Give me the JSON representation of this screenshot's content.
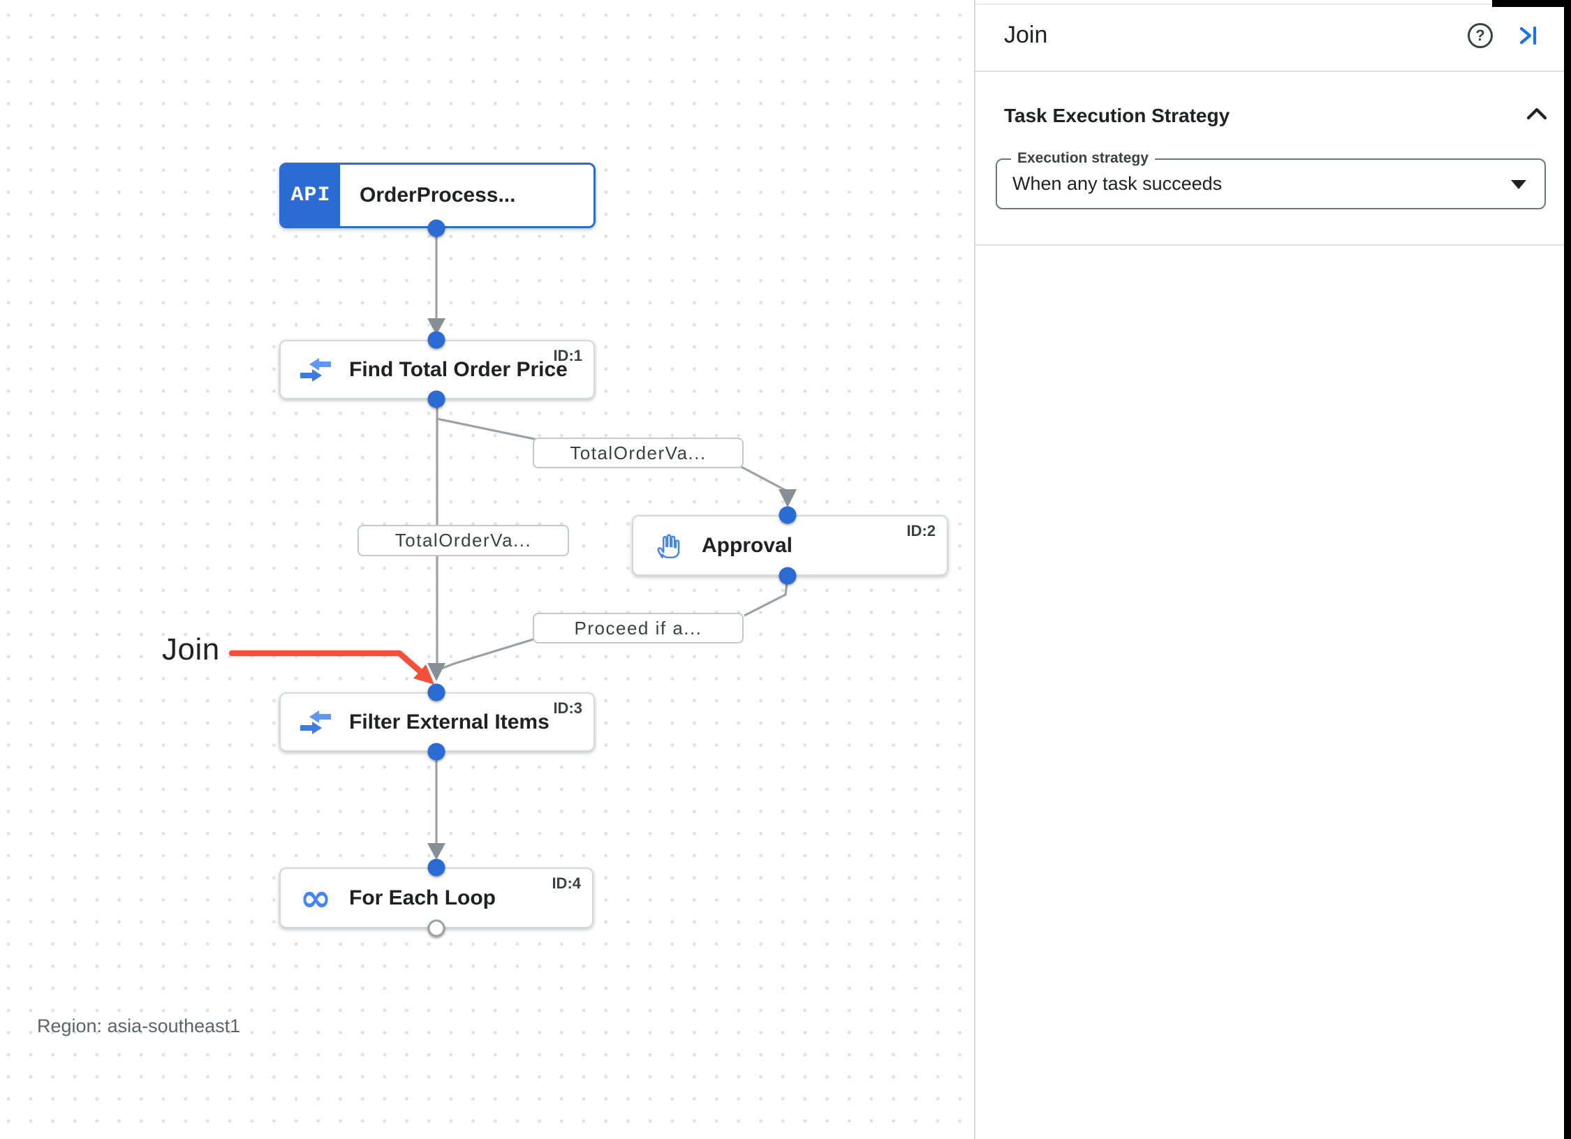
{
  "colors": {
    "node_accent_blue": "#2a6bd4",
    "icon_blue": "#4285f4",
    "edge_gray": "#9aa0a6",
    "arrowhead_gray": "#878f96",
    "annotation_red": "#f4513d",
    "panel_link_blue": "#1a73e8"
  },
  "canvas": {
    "region_label": "Region: asia-southeast1",
    "annotation": {
      "label": "Join"
    },
    "nodes": {
      "trigger": {
        "badge": "API",
        "label": "OrderProcess..."
      },
      "find_total": {
        "label": "Find Total Order Price",
        "id_tag": "ID:1"
      },
      "approval": {
        "label": "Approval",
        "id_tag": "ID:2"
      },
      "filter": {
        "label": "Filter External Items",
        "id_tag": "ID:3"
      },
      "foreach": {
        "label": "For Each Loop",
        "id_tag": "ID:4"
      }
    },
    "edge_labels": {
      "to_approval": "TotalOrderVa...",
      "to_filter": "TotalOrderVa...",
      "from_approval": "Proceed if a..."
    },
    "icons": {
      "loop_glyph": "∞"
    }
  },
  "panel": {
    "title": "Join",
    "help_glyph": "?",
    "section_title": "Task Execution Strategy",
    "dropdown": {
      "label": "Execution strategy",
      "value": "When any task succeeds"
    }
  }
}
